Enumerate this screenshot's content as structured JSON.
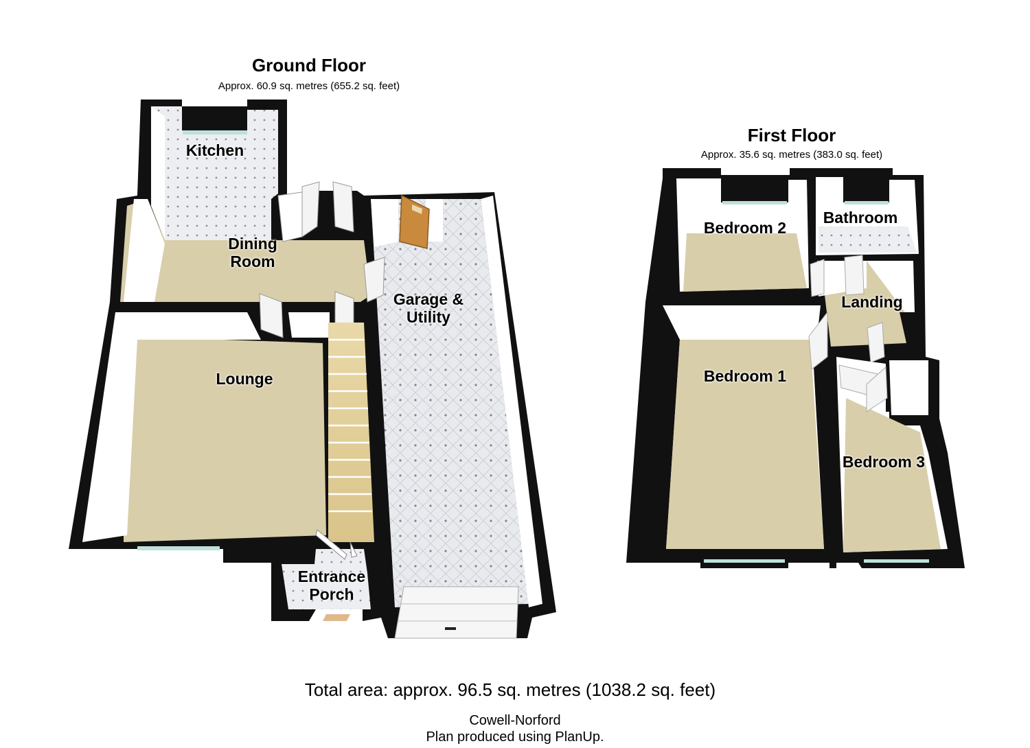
{
  "ground_floor": {
    "title": "Ground Floor",
    "area": "Approx. 60.9 sq. metres (655.2 sq. feet)",
    "rooms": {
      "kitchen": "Kitchen",
      "dining_line1": "Dining",
      "dining_line2": "Room",
      "lounge": "Lounge",
      "garage_line1": "Garage &",
      "garage_line2": "Utility",
      "porch_line1": "Entrance",
      "porch_line2": "Porch"
    }
  },
  "first_floor": {
    "title": "First Floor",
    "area": "Approx. 35.6 sq. metres (383.0 sq. feet)",
    "rooms": {
      "bedroom2": "Bedroom 2",
      "bathroom": "Bathroom",
      "landing": "Landing",
      "bedroom1": "Bedroom 1",
      "bedroom3": "Bedroom 3"
    }
  },
  "total_area": "Total area: approx. 96.5 sq. metres (1038.2 sq. feet)",
  "credit_line1": "Cowell-Norford",
  "credit_line2": "Plan produced using PlanUp.",
  "colors": {
    "wall": "#111111",
    "wall_face": "#ffffff",
    "carpet": "#d8ceaa",
    "tile": "#e9ebee",
    "window": "#bfe0da",
    "door": "#c98a3e"
  }
}
